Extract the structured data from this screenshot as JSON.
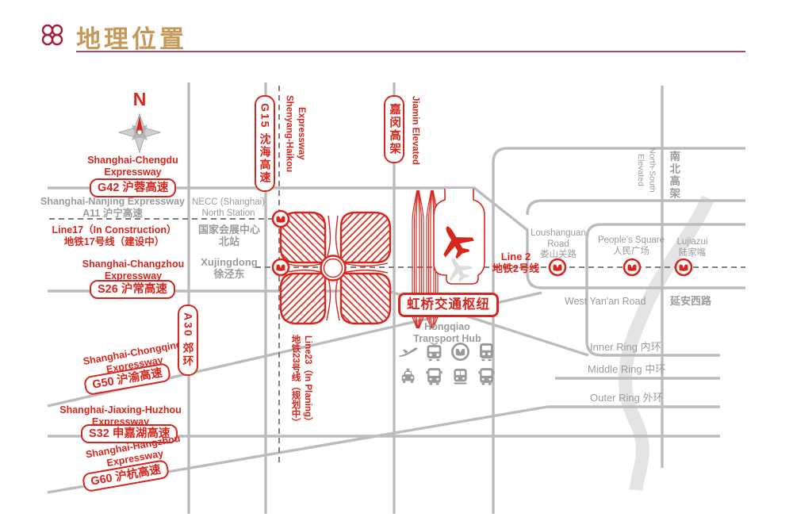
{
  "header": {
    "title": "地理位置"
  },
  "compass": {
    "north": "N"
  },
  "map": {
    "labels": {
      "chengdu": "Shanghai-Chengdu\nExpressway",
      "g42": "G42 沪蓉高速",
      "nanjing": "Shanghai-Nanjing Expressway\nA11 沪宁高速",
      "line17": "Line17（In Construction）\n地铁17号线（建设中）",
      "changzhou": "Shanghai-Changzhou\nExpressway",
      "s26": "S26 沪常高速",
      "chongqing": "Shanghai-Chongqing\nExpressway",
      "g50": "G50 沪渝高速",
      "jiaxing": "Shanghai-Jiaxing-Huzhou\nExpressway",
      "s32": "S32 申嘉湖高速",
      "hangzhou": "Shanghai-Hangzhou\nExpressway",
      "g60": "G60 沪杭高速",
      "a30": "A30 郊环",
      "g15": "G15 沈海高速",
      "shenyang": "Shenyang-Haikou\nExpressway",
      "jiamin_badge": "嘉闵高架",
      "jiamin": "Jiamin Elevated",
      "necc_en": "NECC (Shanghai)\nNorth Station",
      "necc_cn": "国家会展中心\n北站",
      "xujingdong": "Xujingdong\n徐泾东",
      "line23": "Line23（In Planing）\n地铁23号线（规划中）",
      "line2": "Line 2\n地铁2号线",
      "hub_badge": "虹桥交通枢纽",
      "hub_en": "Hongqiao\nTransport Hub",
      "loushanguan": "Loushanguan\nRoad\n娄山关路",
      "peoples_square": "People's Square\n人民广场",
      "lujiazui": "Lujiazui\n陆家嘴",
      "west_yanan_en": "West Yan'an Road",
      "west_yanan_cn": "延安西路",
      "inner_ring": "Inner Ring  内环",
      "middle_ring": "Middle Ring 中环",
      "outer_ring": "Outer Ring  外环",
      "ns_elevated": "North-South\nElevated",
      "ns_elevated_cn": "南北高架"
    },
    "hub": {
      "transport_icons": [
        [
          "airplane-icon",
          "train-icon",
          "metro-logo-icon",
          "railcar-icon"
        ],
        [
          "taxi-icon",
          "bus-icon",
          "tram-icon",
          "bus-icon"
        ]
      ]
    },
    "icon_names": [
      "clover-flower-icon",
      "compass-rose-icon",
      "metro-station-icon",
      "airplane-icon",
      "airplane-shadow-icon",
      "necc-flower-building-icon"
    ],
    "colors": {
      "red": "#d7261d",
      "road_gray": "#bcbcbc",
      "text_gray": "#9b9b9b",
      "river_gray": "#e4e4e4",
      "title_gold": "#c49a5b",
      "rule_rose": "#a24b5f"
    }
  }
}
